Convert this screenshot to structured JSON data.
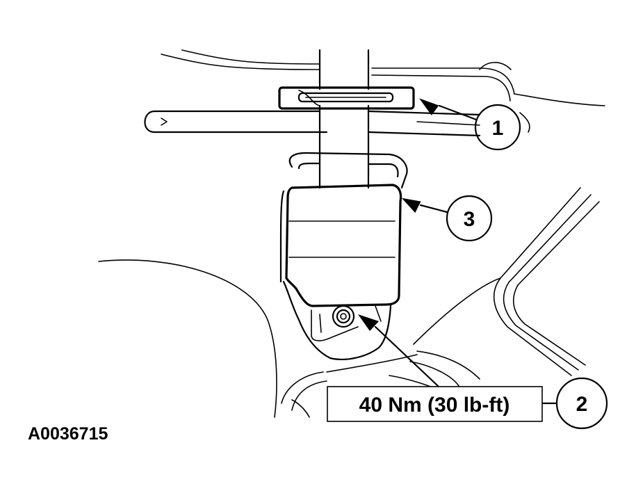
{
  "callouts": [
    {
      "number": "1"
    },
    {
      "number": "2"
    },
    {
      "number": "3"
    }
  ],
  "torque_spec": "40 Nm (30 lb-ft)",
  "figure_id": "A0036715"
}
